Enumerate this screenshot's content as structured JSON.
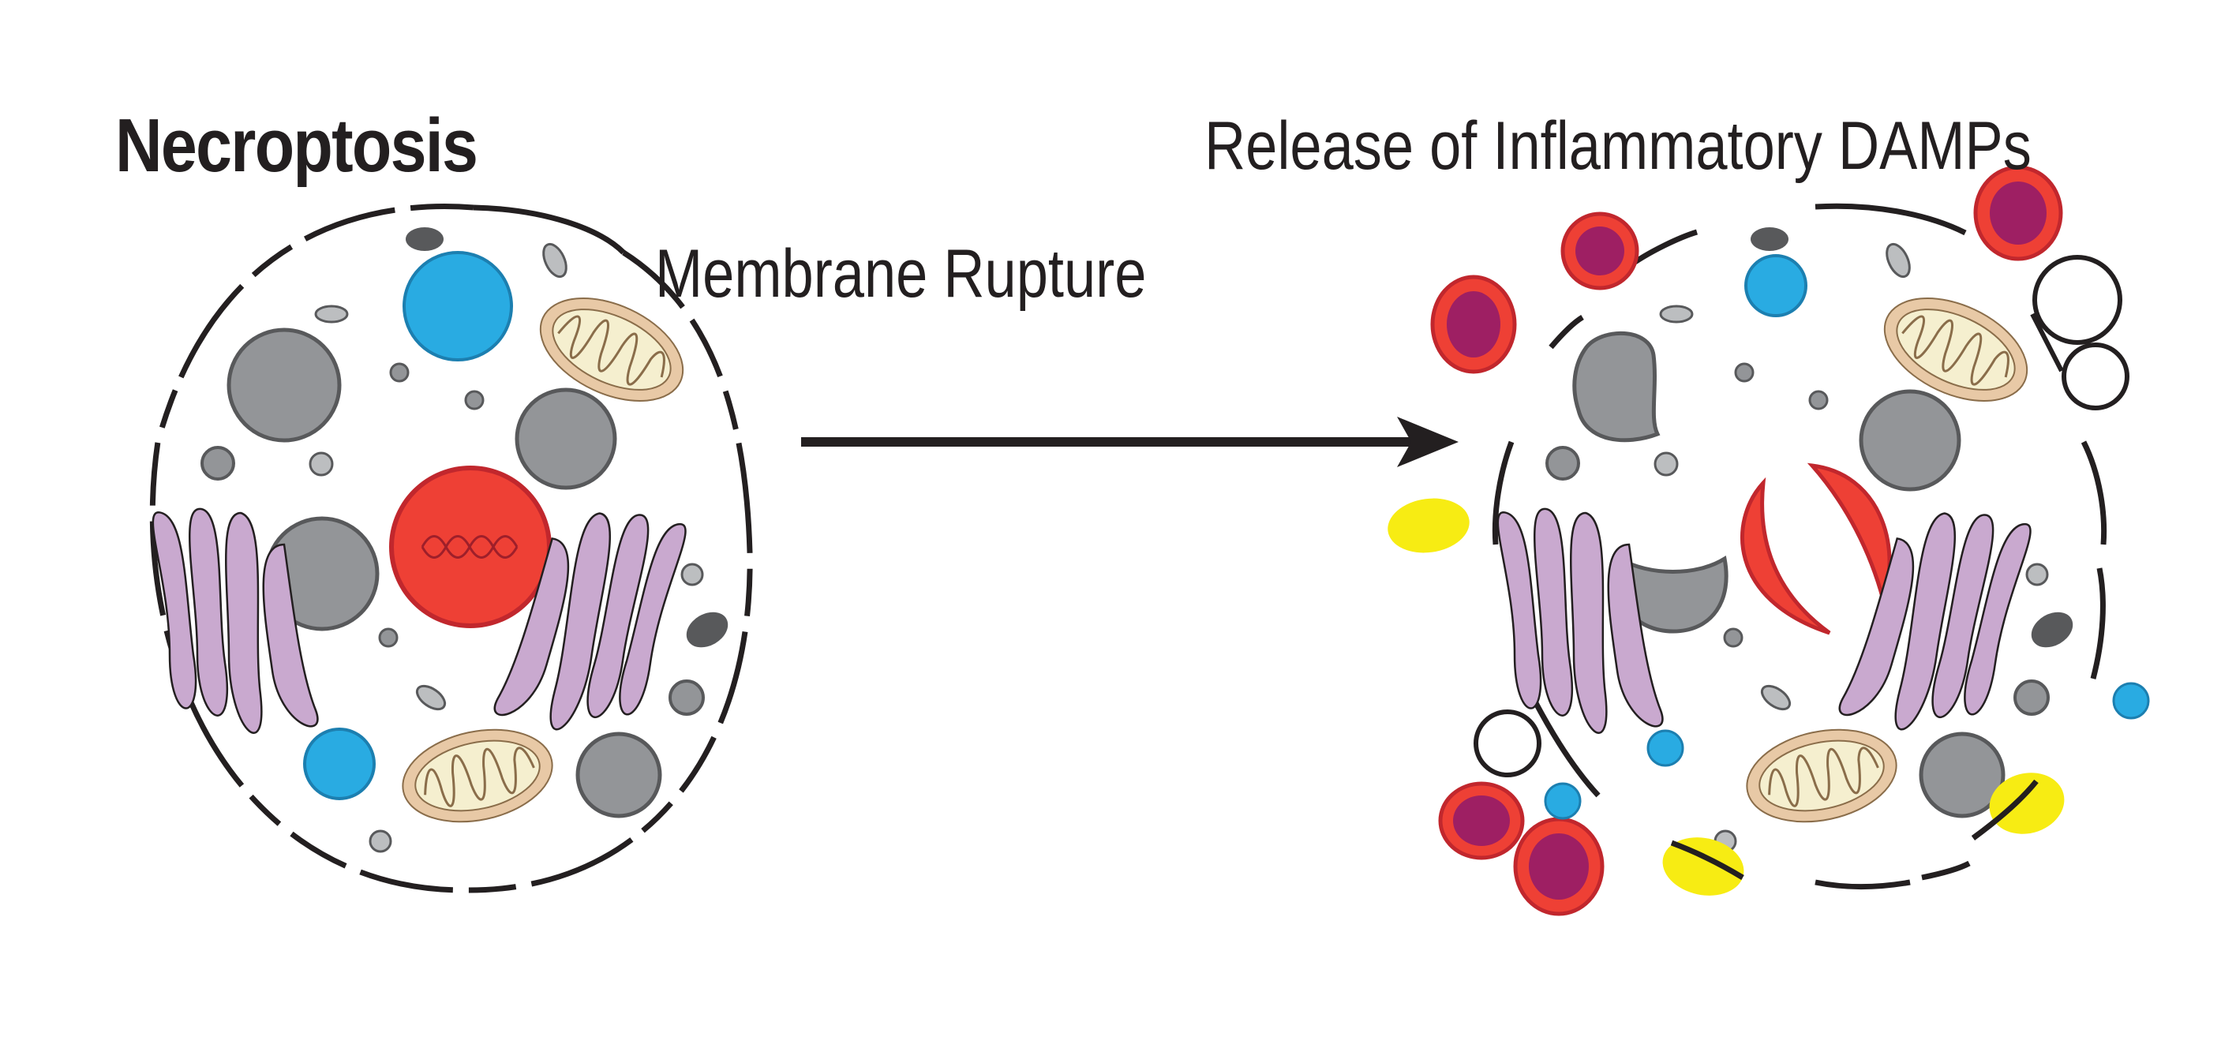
{
  "diagram": {
    "title": "Necroptosis",
    "step_label": "Membrane Rupture",
    "outcome_label": "Release of Inflammatory DAMPs"
  },
  "colors": {
    "outline": "#231f20",
    "nucleus_red": "#ee4035",
    "nucleus_border": "#c1272d",
    "vesicle_blue": "#29abe2",
    "organelle_gray": "#939598",
    "organelle_gray_dark": "#58595b",
    "organelle_gray_light": "#bcbec0",
    "golgi_purple": "#c9a9cf",
    "mito_outer": "#e8c9a6",
    "mito_inner": "#f5efcf",
    "damp_red": "#ee4035",
    "damp_core": "#9e1f63",
    "damp_yellow": "#f7ec13"
  },
  "icons": {
    "process_arrow": "right-arrow-icon",
    "dna": "dna-strand-icon"
  }
}
